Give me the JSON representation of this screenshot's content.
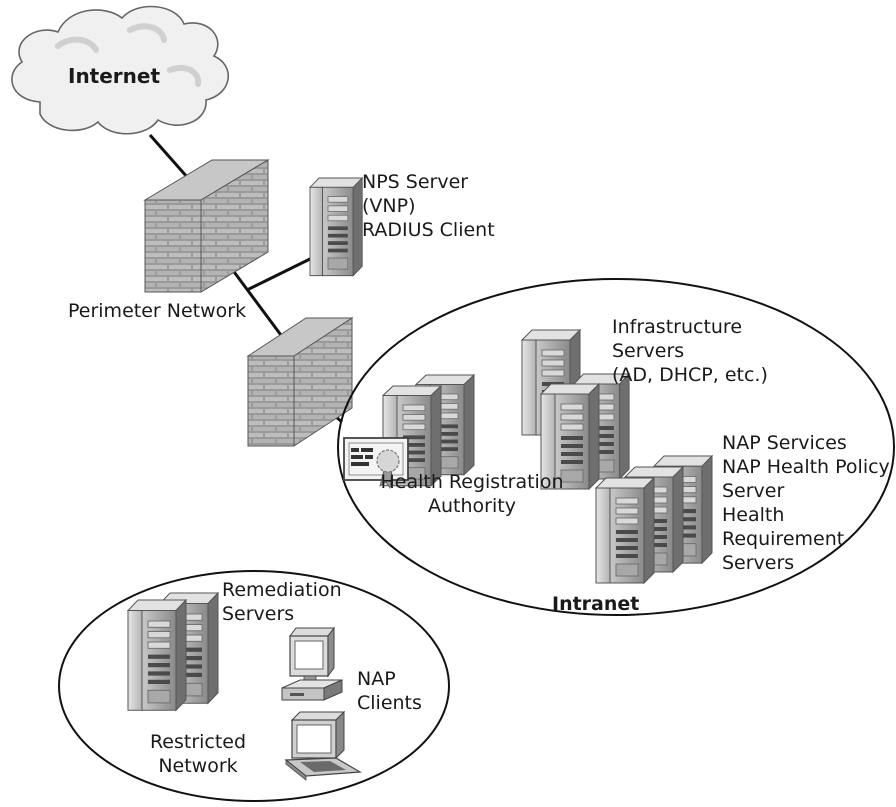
{
  "labels": {
    "internet": "Internet",
    "nps": [
      "NPS Server",
      "(VNP)",
      "RADIUS Client"
    ],
    "perimeter": "Perimeter Network",
    "infrastructure": [
      "Infrastructure",
      "Servers",
      "(AD, DHCP, etc.)"
    ],
    "nap_services": [
      "NAP Services",
      "NAP Health Policy",
      "Server",
      "Health",
      "Requirement",
      "Servers"
    ],
    "hra": [
      "Health Registration",
      "Authority"
    ],
    "intranet": "Intranet",
    "remediation": [
      "Remediation",
      "Servers"
    ],
    "nap_clients": [
      "NAP",
      "Clients"
    ],
    "restricted": [
      "Restricted",
      "Network"
    ]
  }
}
